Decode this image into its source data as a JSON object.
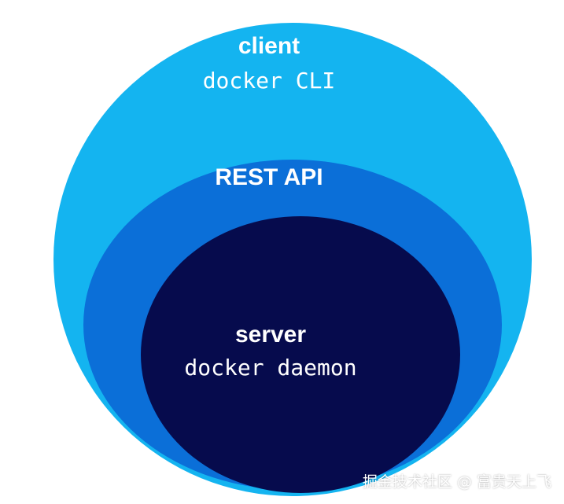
{
  "diagram": {
    "layers": [
      {
        "id": "client",
        "title": "client",
        "subtitle": "docker CLI",
        "color": "#14b4f0"
      },
      {
        "id": "rest-api",
        "title": "REST API",
        "color": "#0b6fd8"
      },
      {
        "id": "server",
        "title": "server",
        "subtitle": "docker daemon",
        "color": "#060b4d"
      }
    ]
  },
  "watermark": "掘金技术社区 @ 富贵天上飞"
}
